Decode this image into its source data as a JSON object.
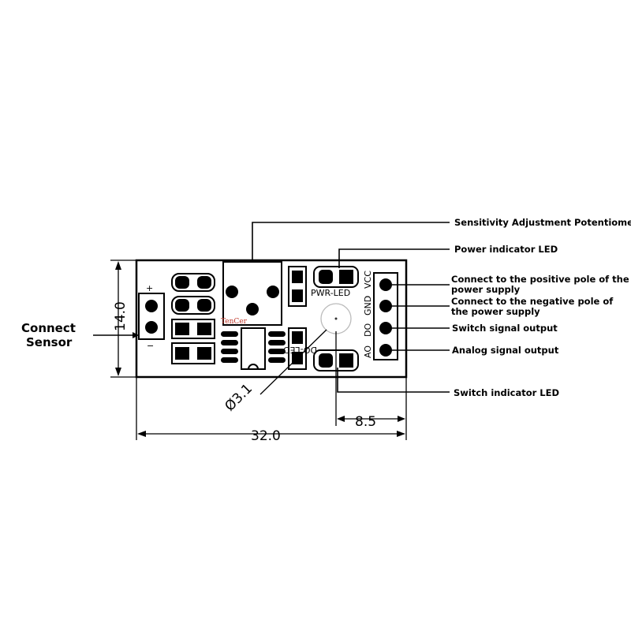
{
  "annotations": {
    "potentiometer": "Sensitivity Adjustment Potentiometer",
    "power_led": "Power indicator LED",
    "vcc_line1": "Connect to the positive pole of the",
    "vcc_line2": "power supply",
    "gnd_line1": "Connect to the negative pole of",
    "gnd_line2": "the power supply",
    "do": "Switch signal output",
    "ao": "Analog signal output",
    "switch_led": "Switch indicator LED",
    "connect_line1": "Connect",
    "connect_line2": "Sensor"
  },
  "dimensions": {
    "height": "14.0",
    "width": "32.0",
    "offset": "8.5",
    "hole": "Ø3.1"
  },
  "silkscreen": {
    "pwr_led": "PWR-LED",
    "do_led": "DO-LED",
    "vcc": "VCC",
    "gnd": "GND",
    "do": "DO",
    "ao": "AO",
    "plus": "+",
    "minus": "−",
    "maker": "TenCer"
  }
}
